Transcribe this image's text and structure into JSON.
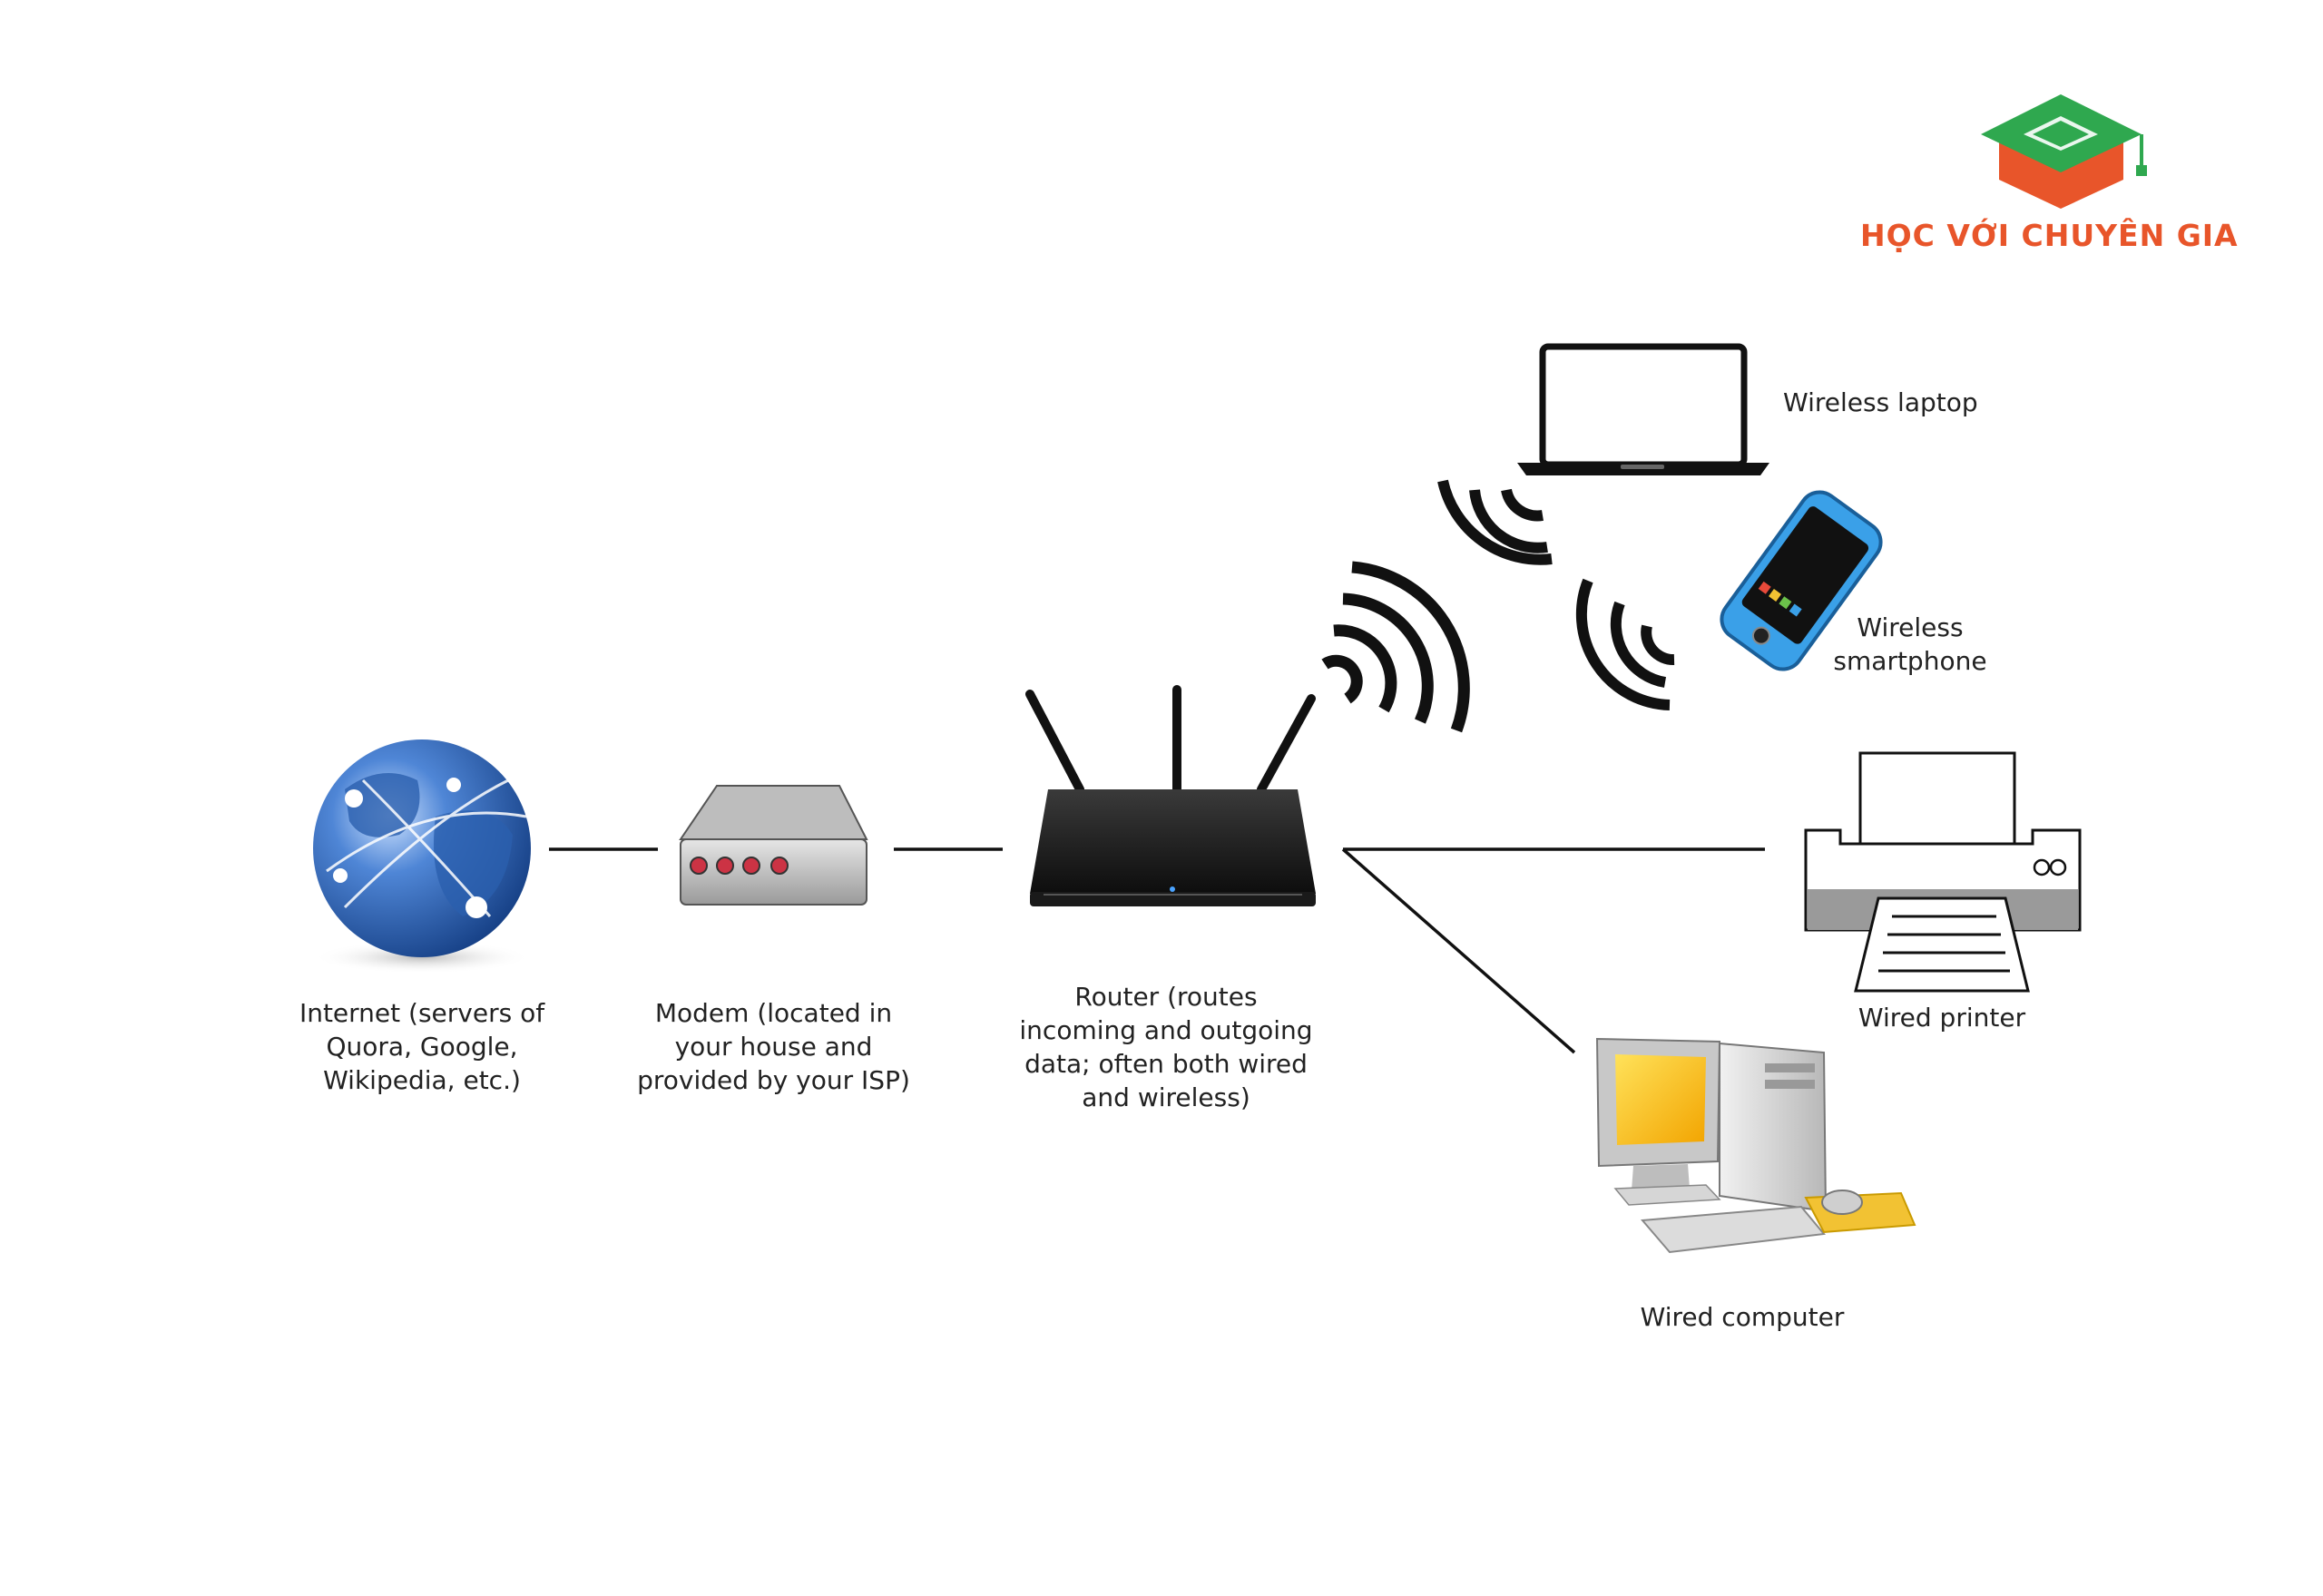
{
  "brand": {
    "name": "HỌC VỚI CHUYÊN GIA",
    "colors": {
      "cap_green": "#2fa84f",
      "cap_orange": "#e8552a"
    }
  },
  "diagram": {
    "nodes": [
      {
        "id": "internet",
        "icon": "globe-icon",
        "label": "Internet (servers of\nQuora, Google,\nWikipedia, etc.)"
      },
      {
        "id": "modem",
        "icon": "modem-icon",
        "label": "Modem (located in\nyour house and\nprovided by your ISP)"
      },
      {
        "id": "router",
        "icon": "router-icon",
        "label": "Router (routes\nincoming and outgoing\ndata; often both wired\nand wireless)"
      },
      {
        "id": "laptop",
        "icon": "laptop-icon",
        "label": "Wireless laptop"
      },
      {
        "id": "smartphone",
        "icon": "smartphone-icon",
        "label": "Wireless\nsmartphone"
      },
      {
        "id": "printer",
        "icon": "printer-icon",
        "label": "Wired printer"
      },
      {
        "id": "computer",
        "icon": "computer-icon",
        "label": "Wired computer"
      }
    ],
    "edges": [
      {
        "from": "internet",
        "to": "modem",
        "type": "wired"
      },
      {
        "from": "modem",
        "to": "router",
        "type": "wired"
      },
      {
        "from": "router",
        "to": "printer",
        "type": "wired"
      },
      {
        "from": "router",
        "to": "computer",
        "type": "wired"
      },
      {
        "from": "router",
        "to": "laptop",
        "type": "wireless"
      },
      {
        "from": "router",
        "to": "smartphone",
        "type": "wireless"
      }
    ]
  }
}
